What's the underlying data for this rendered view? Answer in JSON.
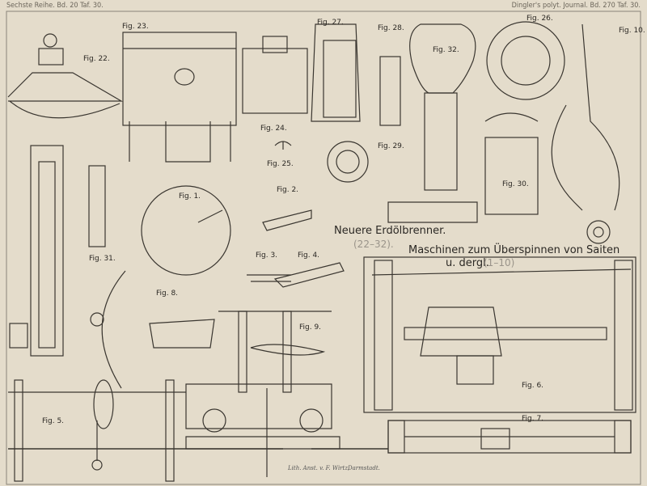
{
  "header": {
    "left": "Sechste Reihe. Bd. 20 Taf. 30.",
    "right": "Dingler's polyt. Journal. Bd. 270 Taf. 30."
  },
  "titles": {
    "oil_burners": "Neuere Erdölbrenner.",
    "oil_burners_range": "(22–32).",
    "machines_line1": "Maschinen zum Überspinnen von Saiten",
    "machines_line2": "u. dergl.",
    "machines_range": "(1–10)"
  },
  "figures": [
    "Fig. 22.",
    "Fig. 23.",
    "Fig. 24.",
    "Fig. 25.",
    "Fig. 27.",
    "Fig. 28.",
    "Fig. 29.",
    "Fig. 32.",
    "Fig. 26.",
    "Fig. 10.",
    "Fig. 1.",
    "Fig. 2.",
    "Fig. 30.",
    "Fig. 31.",
    "Fig. 3.",
    "Fig. 4.",
    "Fig. 8.",
    "Fig. 9.",
    "Fig. 5.",
    "Fig. 6.",
    "Fig. 7."
  ],
  "imprint": {
    "lithographer": "Lith. Anst. v. F. Wirtz,",
    "city": "Darmstadt."
  }
}
